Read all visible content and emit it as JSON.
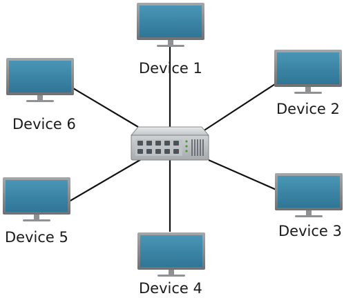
{
  "diagram": {
    "type": "star-network-topology",
    "hub": {
      "icon": "network-switch-icon"
    },
    "devices": [
      {
        "id": "device-1",
        "label": "Device 1",
        "icon": "monitor-icon"
      },
      {
        "id": "device-2",
        "label": "Device 2",
        "icon": "monitor-icon"
      },
      {
        "id": "device-3",
        "label": "Device 3",
        "icon": "monitor-icon"
      },
      {
        "id": "device-4",
        "label": "Device 4",
        "icon": "monitor-icon"
      },
      {
        "id": "device-5",
        "label": "Device 5",
        "icon": "monitor-icon"
      },
      {
        "id": "device-6",
        "label": "Device 6",
        "icon": "monitor-icon"
      }
    ],
    "colors": {
      "screen": "#3e86a6",
      "bezel": "#8c8f91",
      "stand": "#8f9294",
      "switch_body": "#d0d3d5",
      "switch_port": "#4b5258",
      "link": "#111111"
    }
  }
}
